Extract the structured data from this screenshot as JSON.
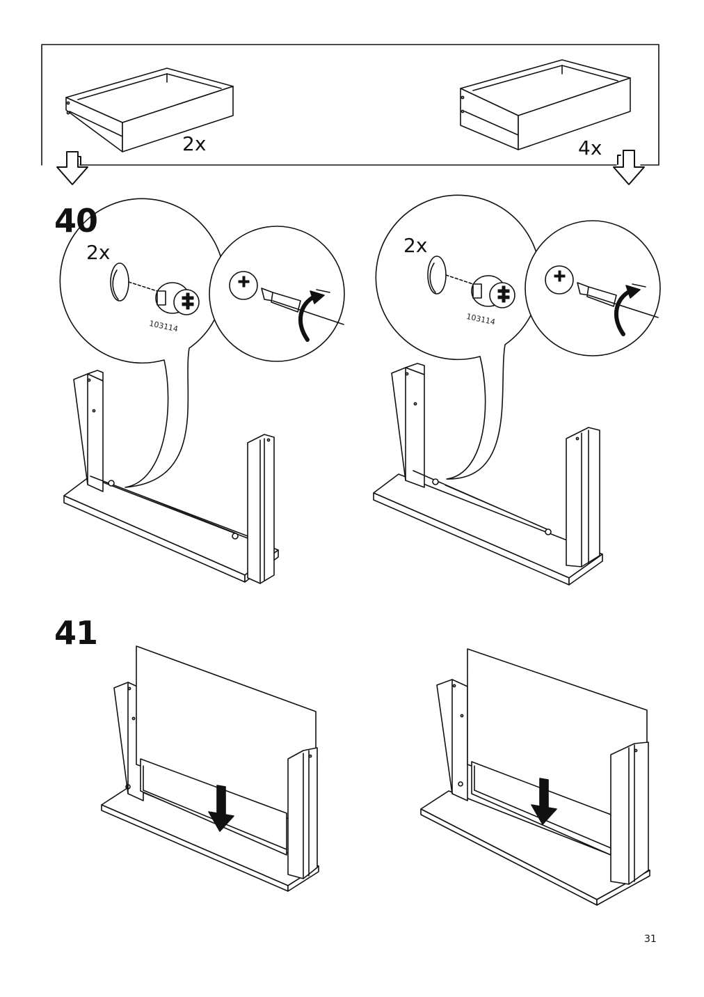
{
  "header": {
    "left_qty": "2x",
    "right_qty": "4x"
  },
  "steps": [
    {
      "number": "40",
      "left_qty": "2x",
      "right_qty": "2x",
      "part_number": "103114"
    },
    {
      "number": "41"
    }
  ],
  "page_number": "31",
  "icons": [
    "drawer-icon",
    "down-arrow-icon",
    "cam-lock-icon",
    "screwdriver-icon",
    "rotate-arrow-icon",
    "push-down-arrow-icon"
  ]
}
